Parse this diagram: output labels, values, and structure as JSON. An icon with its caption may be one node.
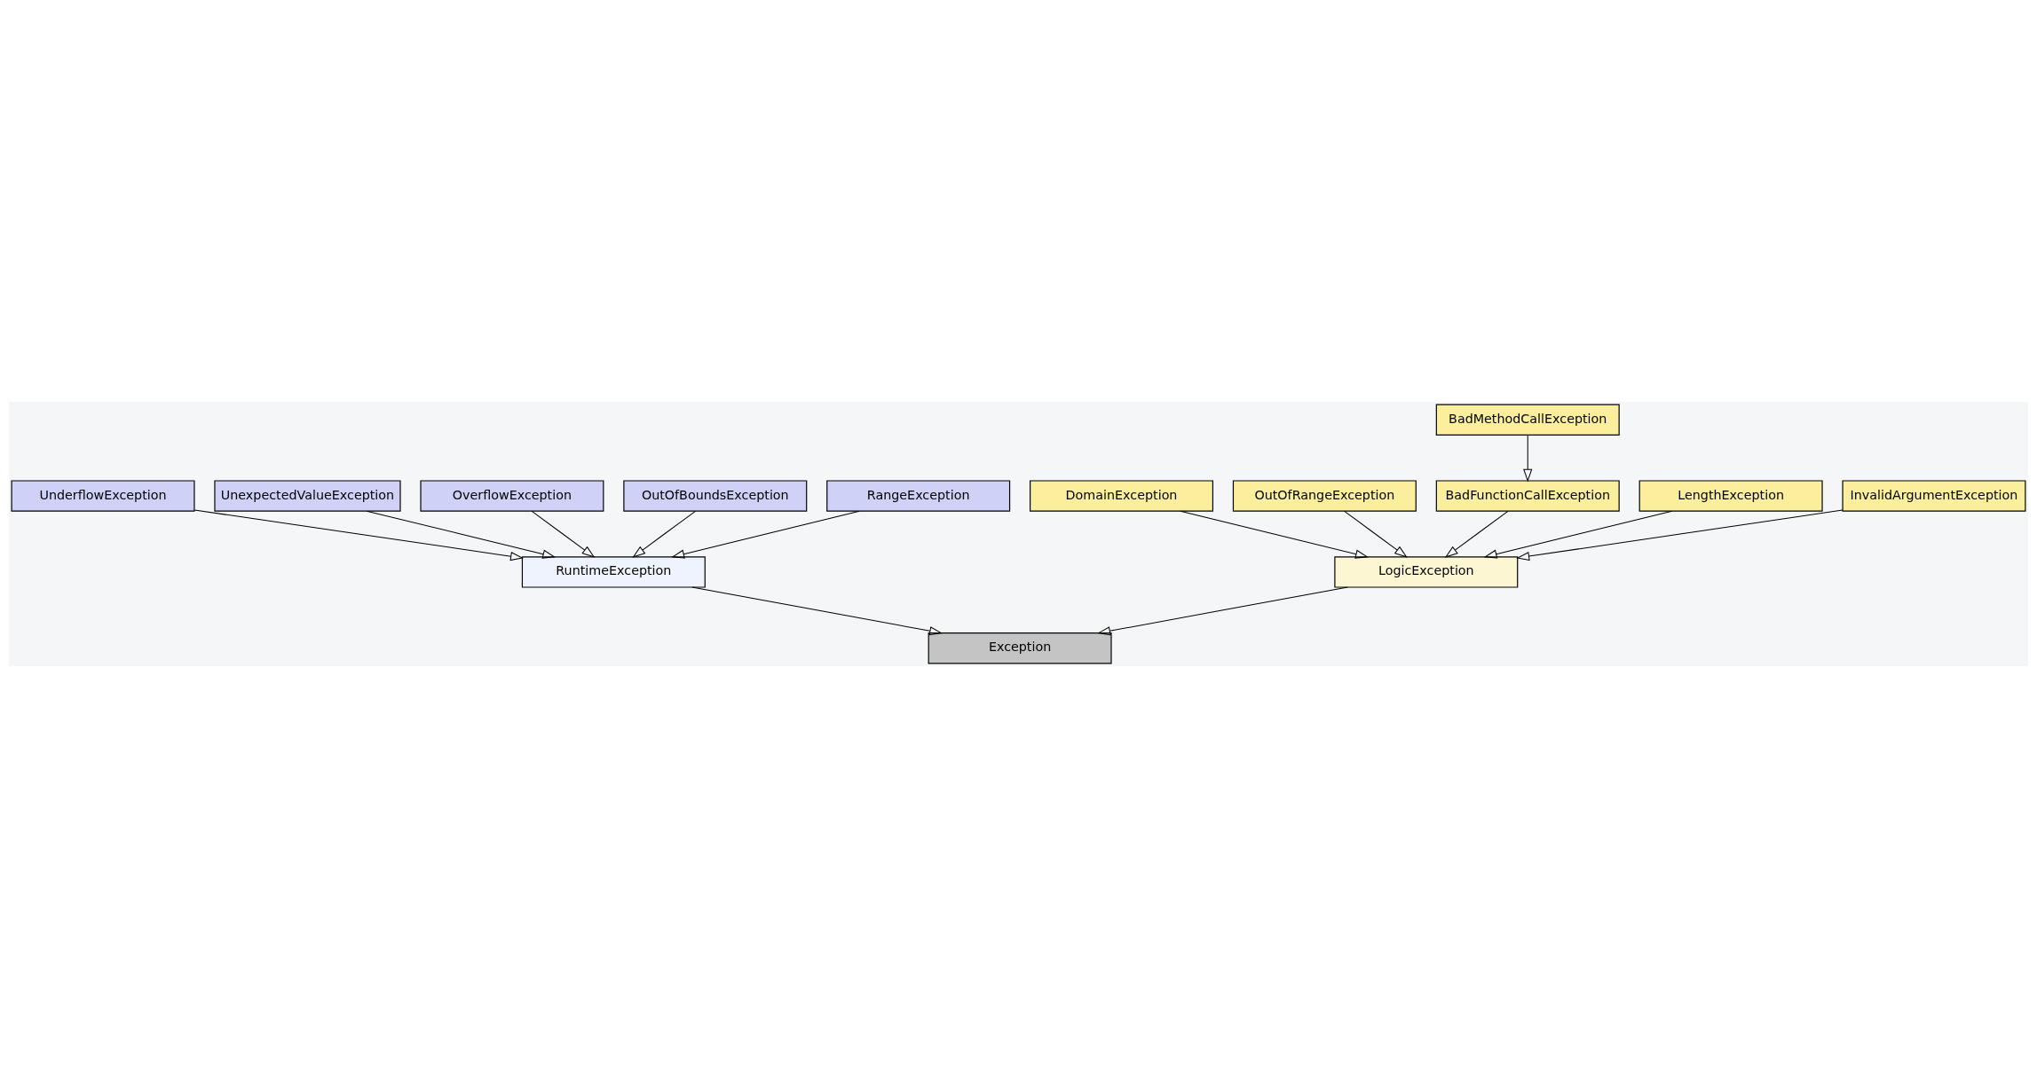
{
  "diagram": {
    "nodes": [
      {
        "text": [
          "DomainException"
        ]
      },
      {
        "text": [
          "BadMethodCallException"
        ]
      },
      {
        "text": [
          "OutOfRangeException"
        ]
      },
      {
        "text": [
          "BadFunctionCallException"
        ]
      },
      {
        "text": [
          "LengthException"
        ]
      },
      {
        "text": [
          "LogicException"
        ]
      },
      {
        "text": [
          "InvalidArgumentException"
        ]
      },
      {
        "text": [
          "Exception"
        ]
      },
      {
        "text": [
          "UnderflowException"
        ]
      },
      {
        "text": [
          "RuntimeException"
        ]
      },
      {
        "text": [
          "UnexpectedValueException"
        ]
      },
      {
        "text": [
          "OverflowException"
        ]
      },
      {
        "text": [
          "OutOfBoundsException"
        ]
      },
      {
        "text": [
          "RangeException"
        ]
      }
    ],
    "edges": [
      {
        "from": 1,
        "to": 3,
        "arrow": "to"
      },
      {
        "from": 3,
        "to": 5,
        "arrow": "to"
      },
      {
        "from": 0,
        "to": 5,
        "arrow": "to"
      },
      {
        "from": 2,
        "to": 5,
        "arrow": "to"
      },
      {
        "from": 4,
        "to": 5,
        "arrow": "to"
      },
      {
        "from": 6,
        "to": 5,
        "arrow": "to"
      },
      {
        "from": 5,
        "to": 7,
        "arrow": "to"
      },
      {
        "from": 9,
        "to": 7,
        "arrow": "to"
      },
      {
        "from": 8,
        "to": 9,
        "arrow": "to"
      },
      {
        "from": 10,
        "to": 9,
        "arrow": "to"
      },
      {
        "from": 11,
        "to": 9,
        "arrow": "to"
      },
      {
        "from": 12,
        "to": 9,
        "arrow": "to"
      },
      {
        "from": 13,
        "to": 9,
        "arrow": "to"
      }
    ]
  }
}
